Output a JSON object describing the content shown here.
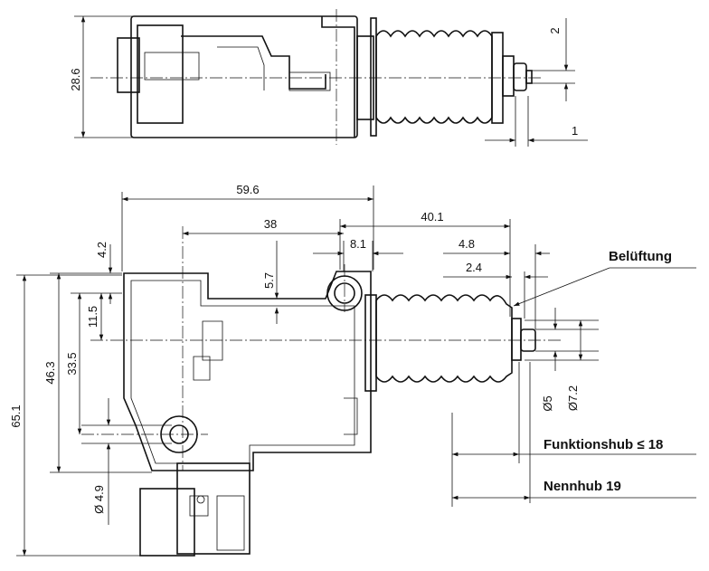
{
  "top_view": {
    "dim_height": "28.6",
    "dim_pin": "2",
    "dim_gap": "1"
  },
  "front_view": {
    "dim_length": "59.6",
    "dim_bellows": "40.1",
    "dim_holes": "38",
    "dim_hole_offset": "8.1",
    "dim_plunger": "4.8",
    "dim_collar": "2.4",
    "venting": "Belüftung",
    "dim_total_height": "65.1",
    "dim_housing_height": "46.3",
    "dim_hole_spacing": "33.5",
    "dim_axis_offset": "11.5",
    "dim_top_offset": "4.2",
    "dim_rib": "5.7",
    "dim_hole_diameter": "Ø 4.9",
    "dim_pin_diameter": "Ø5",
    "dim_collar_diameter": "Ø7.2",
    "functional_stroke": "Funktionshub ≤ 18",
    "nominal_stroke": "Nennhub 19"
  }
}
